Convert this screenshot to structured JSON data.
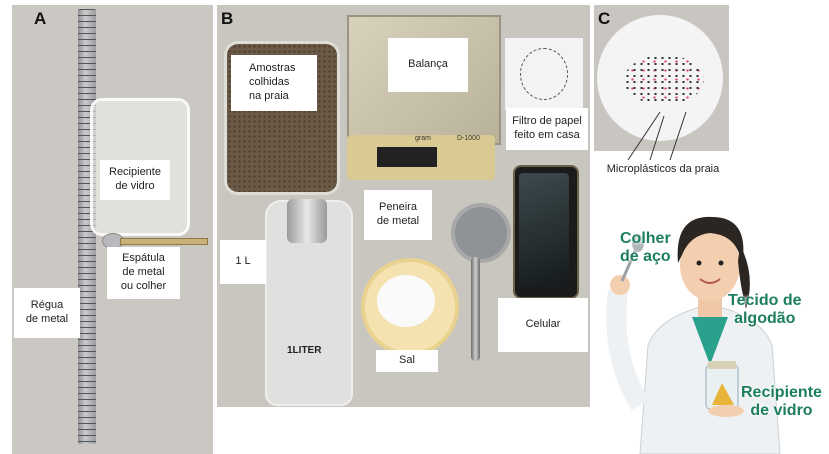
{
  "panels": {
    "a": {
      "letter": "A",
      "labels": {
        "recipient": [
          "Recipiente",
          "de vidro"
        ],
        "spatula": [
          "Espátula",
          "de metal",
          "ou colher"
        ],
        "ruler": [
          "Régua",
          "de metal"
        ]
      }
    },
    "b": {
      "letter": "B",
      "labels": {
        "samples": [
          "Amostras",
          "colhidas",
          "na praia"
        ],
        "scale": "Balança",
        "filter": [
          "Filtro de papel",
          "feito em casa"
        ],
        "sieve": [
          "Peneira",
          "de metal"
        ],
        "one_liter": "1 L",
        "salt": "Sal",
        "phone": "Celular",
        "scale_brand": "gram",
        "scale_model": "D-1000",
        "bottle_print": "1LITER"
      }
    },
    "c": {
      "letter": "C",
      "labels": {
        "microplastics": "Microplásticos da praia",
        "spoon": [
          "Colher",
          "de aço"
        ],
        "cloth": [
          "Tecido de",
          "algodão"
        ],
        "jar": [
          "Recipiente",
          "de vidro"
        ]
      }
    }
  },
  "colors": {
    "callout": "#1e7f5e",
    "photo_bg": "#c9c6c0",
    "background": "#ffffff"
  }
}
